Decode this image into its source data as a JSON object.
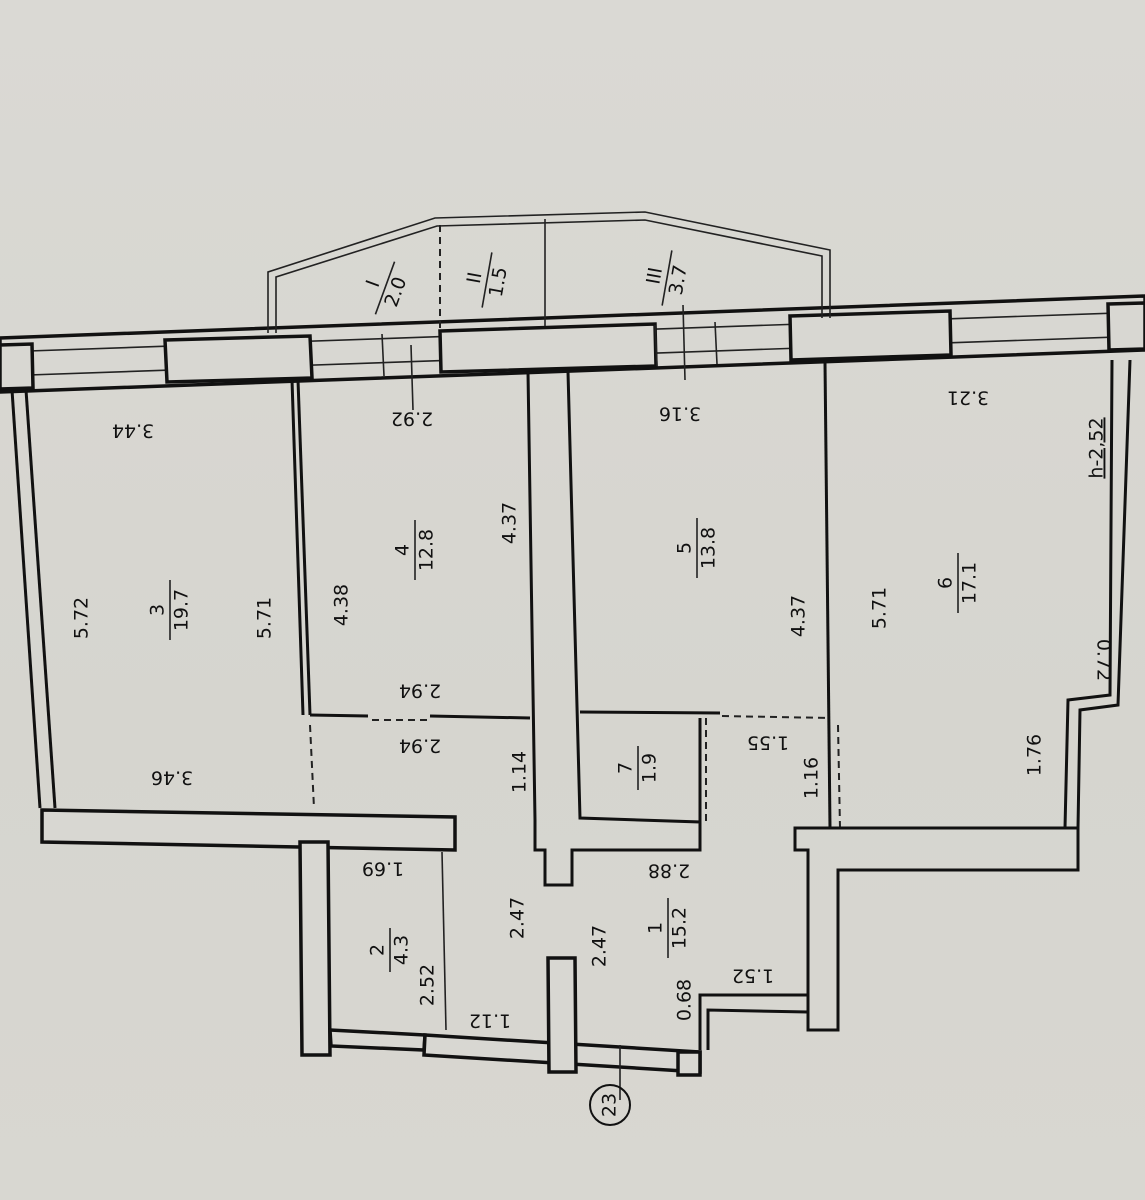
{
  "rooms": [
    {
      "number": "3",
      "area": "19.7"
    },
    {
      "number": "4",
      "area": "12.8"
    },
    {
      "number": "5",
      "area": "13.8"
    },
    {
      "number": "6",
      "area": "17.1"
    },
    {
      "number": "7",
      "area": "1.9"
    },
    {
      "number": "1",
      "area": "15.2"
    },
    {
      "number": "2",
      "area": "4.3"
    }
  ],
  "balconies": [
    {
      "number": "I",
      "area": "2.0"
    },
    {
      "number": "II",
      "area": "1.5"
    },
    {
      "number": "III",
      "area": "3.7"
    }
  ],
  "dimensions": {
    "r3_top": "3.44",
    "r4_top": "2.92",
    "r5_top": "3.16",
    "r6_top": "3.21",
    "r3_left": "5.72",
    "r3_right": "5.71",
    "r4_left": "4.38",
    "r4_right": "4.37",
    "r5_right": "4.37",
    "r6_left": "5.71",
    "r4_bottom": "2.94",
    "hall_top": "2.94",
    "r3_bottom": "3.46",
    "hall_1_14": "1.14",
    "hall_1_55": "1.55",
    "hall_1_16": "1.16",
    "r6_1_76": "1.76",
    "r6_0_72": "0.72",
    "r2_top": "1.69",
    "hall_2_88": "2.88",
    "hall_2_47a": "2.47",
    "hall_2_47b": "2.47",
    "r2_side": "2.52",
    "hall_1_12": "1.12",
    "hall_0_68": "0.68",
    "hall_1_52": "1.52"
  },
  "ceiling_height": "h-2,52",
  "axis_marker": "23"
}
